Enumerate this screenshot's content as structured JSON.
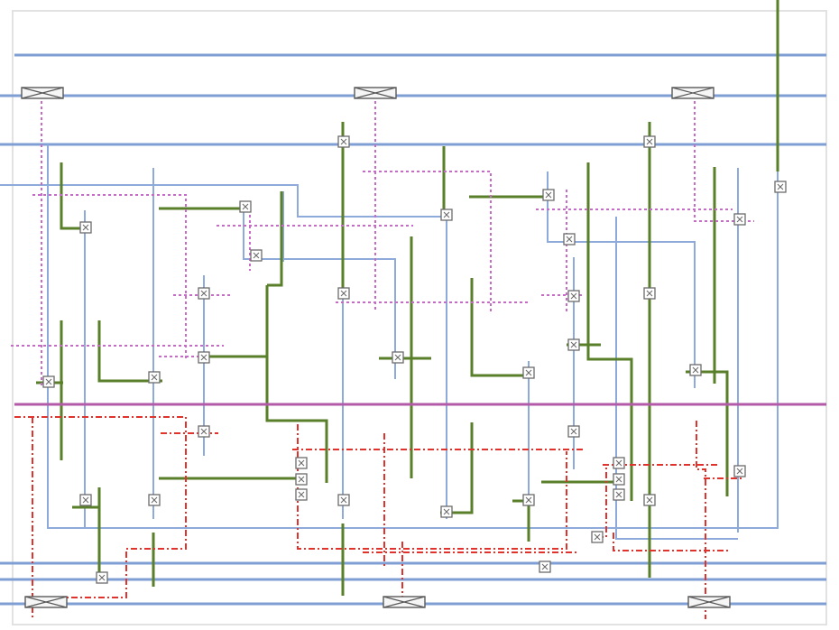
{
  "colors": {
    "frame": "#e2e2e2",
    "feeder_blue": "#8eaadb",
    "bus_blue": "#7f9fd4",
    "feeder_green": "#5a7f2a",
    "dotted_magenta": "#c86ac8",
    "dashdot_red": "#e0332e",
    "purple_line": "#b25aa8",
    "switch_box": "#6b6b6b"
  },
  "diagram": {
    "type": "single-line network schematic",
    "symbols": [
      "breaker-symbol",
      "switch-symbol"
    ],
    "labels": []
  }
}
